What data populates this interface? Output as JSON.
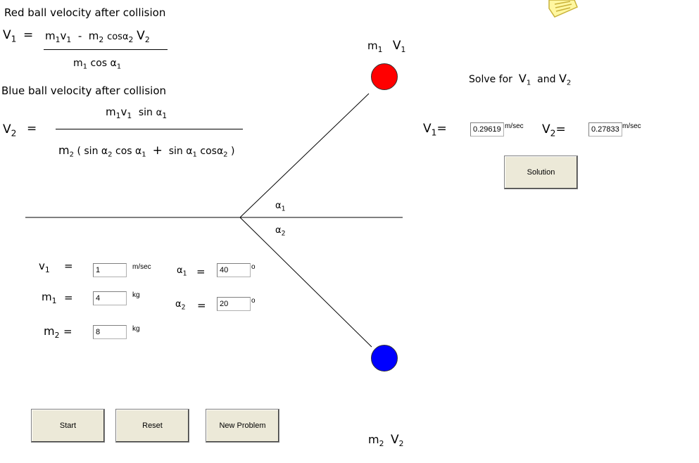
{
  "formulas": {
    "red_title": "Red ball velocity after collision",
    "blue_title": "Blue ball velocity after collision",
    "v1_lhs": "V",
    "v1_lhs_sub": "1",
    "eq": "=",
    "v1_num_m1": "m",
    "v1_num_m1_sub": "1",
    "v1_num_v1": "v",
    "v1_num_v1_sub": "1",
    "v1_num_minus": "-",
    "v1_num_m2": "m",
    "v1_num_m2_sub": "2",
    "v1_num_cos": "cos",
    "v1_num_alpha": "α",
    "v1_num_alpha_sub": "2",
    "v1_num_V": "V",
    "v1_num_V_sub": "2",
    "v1_den_m": "m",
    "v1_den_m_sub": "1",
    "v1_den_cos": "cos",
    "v1_den_alpha": "α",
    "v1_den_alpha_sub": "1",
    "v2_lhs": "V",
    "v2_lhs_sub": "2",
    "v2_num_m": "m",
    "v2_num_m_sub": "1",
    "v2_num_v": "v",
    "v2_num_v_sub": "1",
    "v2_num_sin": "sin",
    "v2_num_alpha": "α",
    "v2_num_alpha_sub": "1",
    "v2_den_m": "m",
    "v2_den_m_sub": "2",
    "v2_den_open": "(",
    "v2_den_sin": "sin",
    "v2_den_a2": "α",
    "v2_den_a2_sub": "2",
    "v2_den_cos": "cos",
    "v2_den_a1": "α",
    "v2_den_a1_sub": "1",
    "v2_den_plus": "+",
    "v2_den_sin2": "sin",
    "v2_den_a1b": "α",
    "v2_den_a1b_sub": "1",
    "v2_den_cos2": "cos",
    "v2_den_a2b": "α",
    "v2_den_a2b_sub": "2",
    "v2_den_close": ")"
  },
  "diagram": {
    "top_m": "m",
    "top_m_sub": "1",
    "top_v": "V",
    "top_v_sub": "1",
    "bot_m": "m",
    "bot_m_sub": "2",
    "bot_v": "V",
    "bot_v_sub": "2",
    "alpha1": "α",
    "alpha1_sub": "1",
    "alpha2": "α",
    "alpha2_sub": "2",
    "colors": {
      "red_ball": "#ff0000",
      "blue_ball": "#0000ff"
    }
  },
  "inputs": {
    "v1_label": "v",
    "v1_label_sub": "1",
    "v1_value": "1",
    "v1_unit": "m/sec",
    "m1_label": "m",
    "m1_label_sub": "1",
    "m1_value": "4",
    "m1_unit": "kg",
    "m2_label": "m",
    "m2_label_sub": "2",
    "m2_value": "8",
    "m2_unit": "kg",
    "a1_label": "α",
    "a1_label_sub": "1",
    "a1_value": "40",
    "a1_unit": "o",
    "a2_label": "α",
    "a2_label_sub": "2",
    "a2_value": "20",
    "a2_unit": "o",
    "eq": "="
  },
  "solve": {
    "title": "Solve for",
    "title_v1": "V",
    "title_v1_sub": "1",
    "title_and": "and",
    "title_v2": "V",
    "title_v2_sub": "2",
    "V1_label": "V",
    "V1_label_sub": "1",
    "V1_eq": "=",
    "V1_value": "0.29619",
    "V1_unit": "m/sec",
    "V2_label": "V",
    "V2_label_sub": "2",
    "V2_eq": "=",
    "V2_value": "0.27833",
    "V2_unit": "m/sec",
    "solution_button": "Solution"
  },
  "buttons": {
    "start": "Start",
    "reset": "Reset",
    "new_problem": "New Problem"
  },
  "icons": {
    "notepad": "notepad-icon"
  }
}
